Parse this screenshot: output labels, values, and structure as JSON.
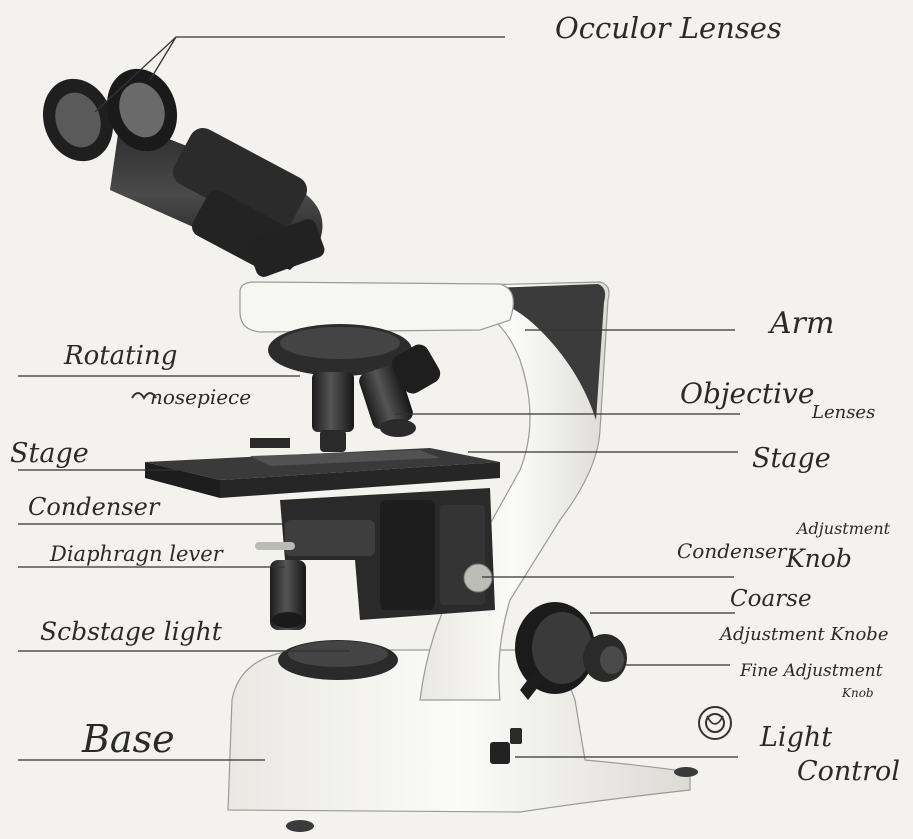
{
  "labels": {
    "ocular": "Occulor Lenses",
    "arm": "Arm",
    "rotating_1": "Rotating",
    "rotating_2": "nosepiece",
    "objective_1": "Objective",
    "objective_2": "Lenses",
    "stage_left": "Stage",
    "stage_right": "Stage",
    "condenser": "Condenser",
    "diaphragm": "Diaphragn lever",
    "condenser_adj_1": "Adjustment",
    "condenser_adj_2": "Condenser",
    "condenser_adj_3": "Knob",
    "coarse_1": "Coarse",
    "coarse_2": "Adjustment Knobe",
    "substage": "Scbstage light",
    "fine_1": "Fine Adjustment",
    "fine_2": "Knob",
    "base": "Base",
    "light_1": "Light",
    "light_2": "Control"
  }
}
